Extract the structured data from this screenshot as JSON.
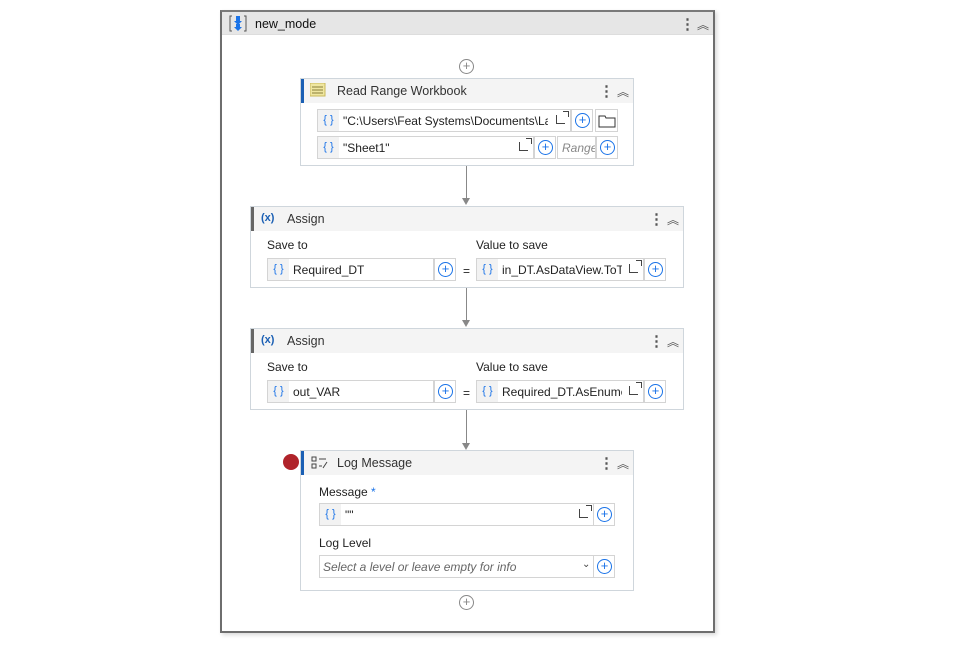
{
  "workflow": {
    "title": "new_mode"
  },
  "read_range": {
    "title": "Read Range Workbook",
    "path": "\"C:\\Users\\Feat Systems\\Documents\\La",
    "sheet": "\"Sheet1\"",
    "range_placeholder": "Range"
  },
  "assign1": {
    "title": "Assign",
    "save_to_label": "Save to",
    "value_label": "Value to save",
    "save_to": "Required_DT",
    "value": "in_DT.AsDataView.ToTa",
    "equals": "="
  },
  "assign2": {
    "title": "Assign",
    "save_to_label": "Save to",
    "value_label": "Value to save",
    "save_to": "out_VAR",
    "value": "Required_DT.AsEnume",
    "equals": "="
  },
  "log": {
    "title": "Log Message",
    "message_label": "Message",
    "required_mark": "*",
    "message": "\"\"",
    "level_label": "Log Level",
    "level_placeholder": "Select a level or leave empty for info"
  },
  "icons": {
    "brace": "{ }",
    "plus": "+",
    "dots": "⋮",
    "collapse": "︽",
    "assign": "(x)"
  },
  "colors": {
    "accent": "#1a73e8",
    "breakpoint": "#b0232a"
  }
}
